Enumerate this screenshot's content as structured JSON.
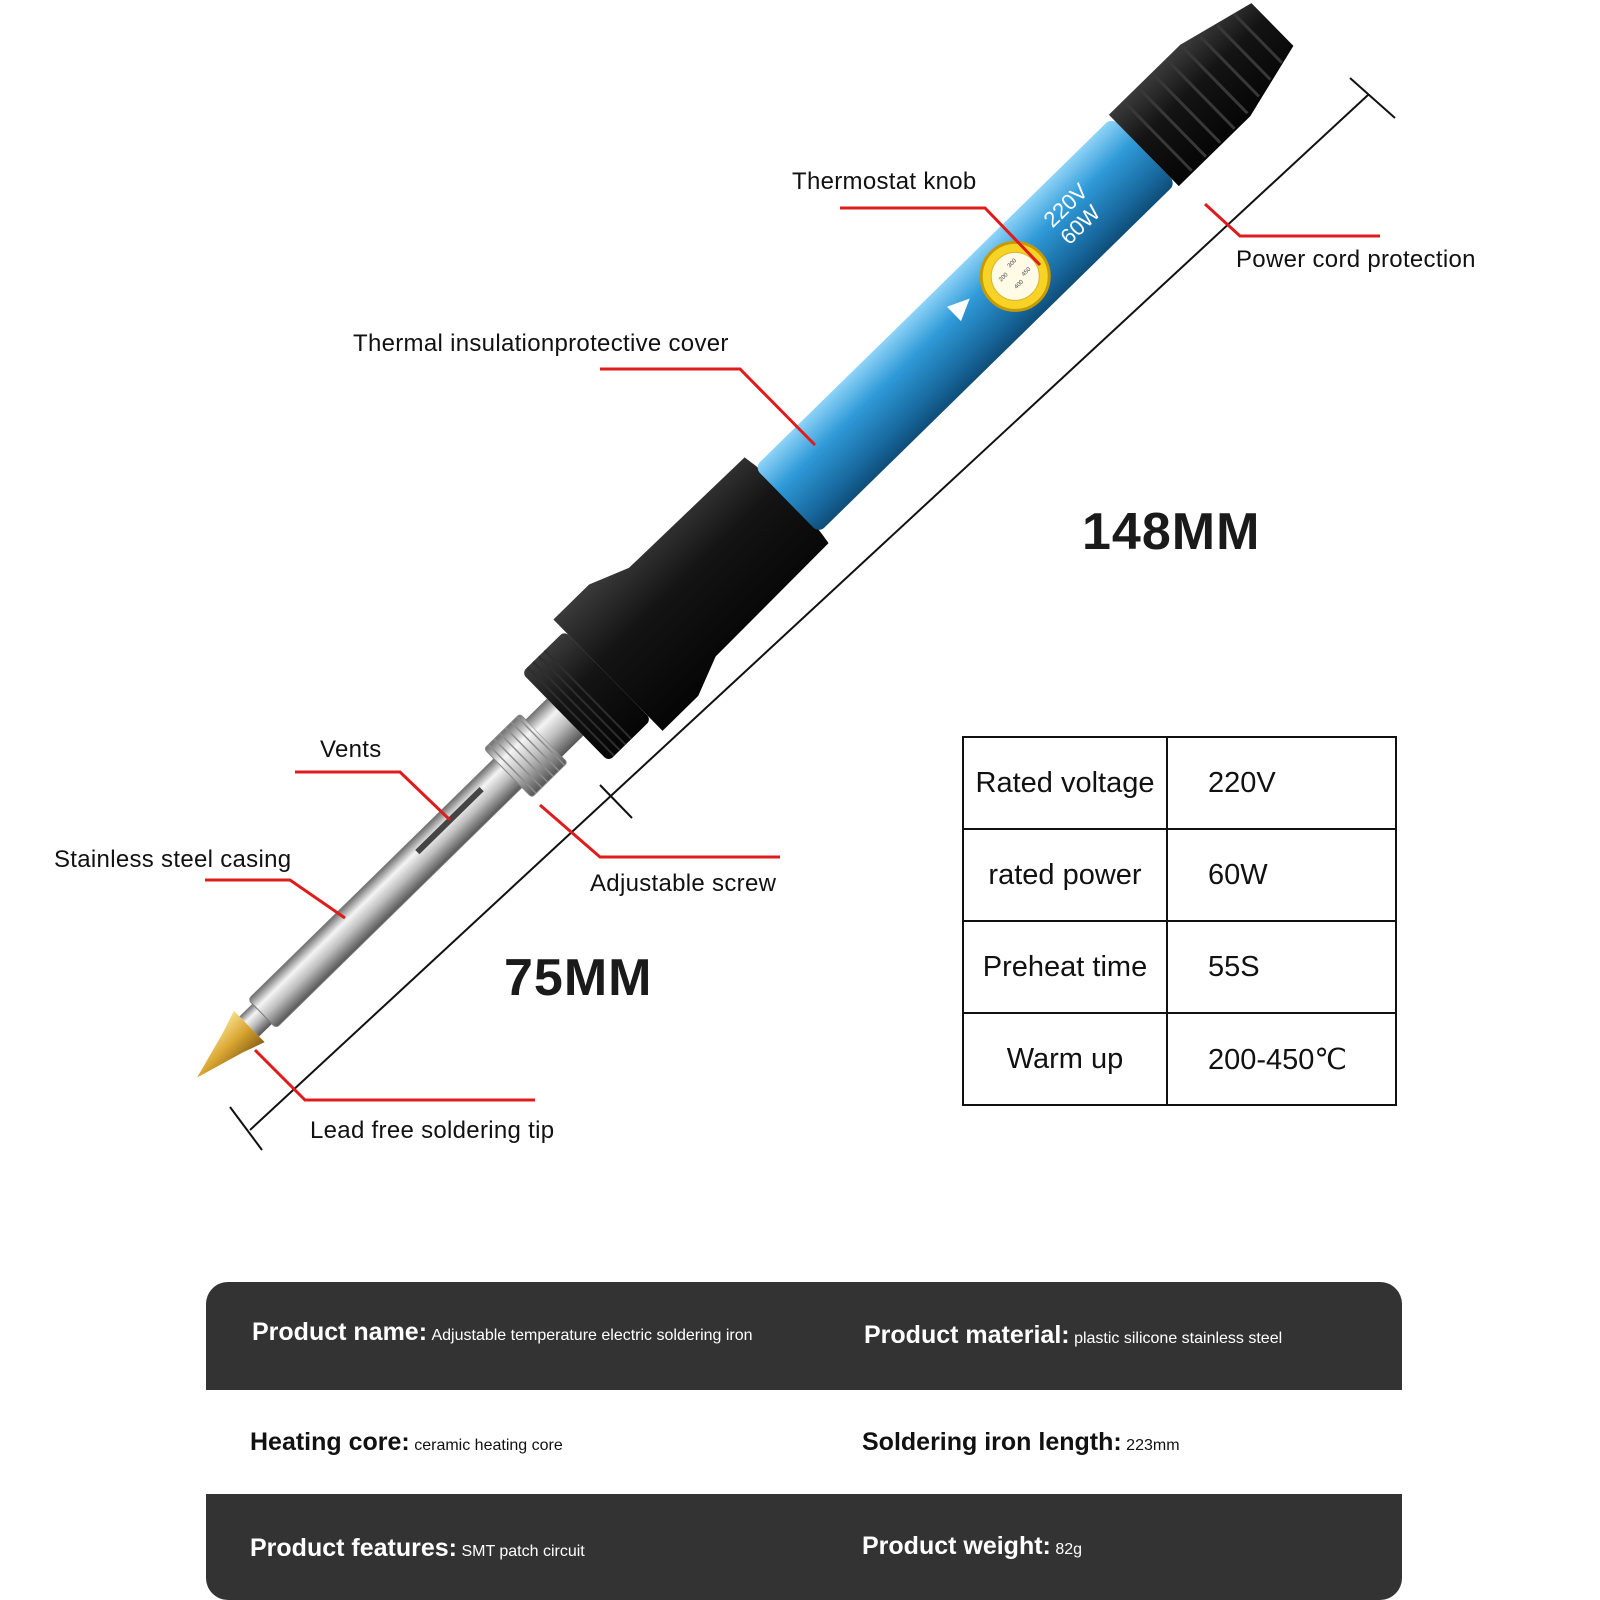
{
  "callouts": {
    "thermostat_knob": "Thermostat knob",
    "power_cord_protection": "Power cord protection",
    "thermal_cover": "Thermal insulationprotective cover",
    "vents": "Vents",
    "stainless_casing": "Stainless steel casing",
    "adjustable_screw": "Adjustable screw",
    "soldering_tip": "Lead free soldering tip"
  },
  "dimensions": {
    "total_length": "148MM",
    "tip_length": "75MM"
  },
  "handle_markings": {
    "voltage": "220V",
    "power": "60W"
  },
  "specs": [
    {
      "label": "Rated voltage",
      "value": "220V"
    },
    {
      "label": "rated power",
      "value": "60W"
    },
    {
      "label": "Preheat time",
      "value": "55S"
    },
    {
      "label": "Warm up",
      "value": "200-450℃"
    }
  ],
  "details": {
    "product_name": {
      "label": "Product name:",
      "value": "Adjustable temperature electric  soldering iron"
    },
    "product_material": {
      "label": "Product material:",
      "value": "plastic silicone stainless steel"
    },
    "heating_core": {
      "label": "Heating core:",
      "value": "ceramic heating core"
    },
    "iron_length": {
      "label": "Soldering iron length:",
      "value": "223mm"
    },
    "product_features": {
      "label": "Product features:",
      "value": "SMT patch circuit"
    },
    "product_weight": {
      "label": "Product weight:",
      "value": "82g"
    }
  },
  "colors": {
    "handle_blue": "#2f9ad8",
    "grip_black": "#141414",
    "callout_red": "#e01b1b",
    "tip_brass": "#d9a531",
    "band_dark": "#333333"
  }
}
